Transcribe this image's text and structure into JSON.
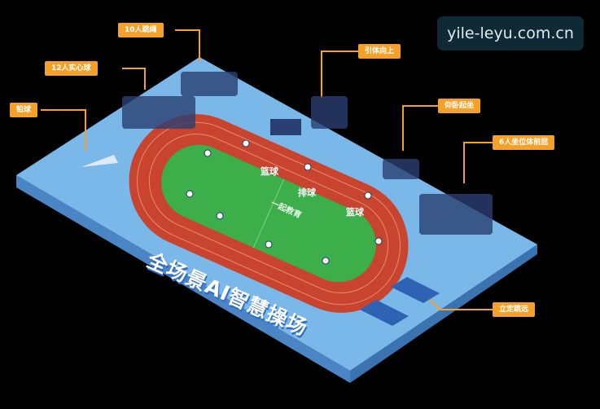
{
  "watermark": "yile-leyu.com.cn",
  "stadium_label": "全场景AI智慧操场",
  "field_logo": "一起教育",
  "field_marks": [
    "篮球",
    "排球",
    "篮球"
  ],
  "callouts": {
    "jump_rope": "10人跳绳",
    "solid_ball": "12人实心球",
    "shot_put": "铅球",
    "pull_up": "引体向上",
    "sit_up": "仰卧起坐",
    "sit_reach": "6人坐位体前屈",
    "standing_jump": "立定跳远"
  },
  "colors": {
    "callout": "#f3a12a",
    "platform": "#7ab8ea",
    "platform_side": "#4a86c5",
    "track": "#c8442e",
    "field": "#3cae4a"
  }
}
